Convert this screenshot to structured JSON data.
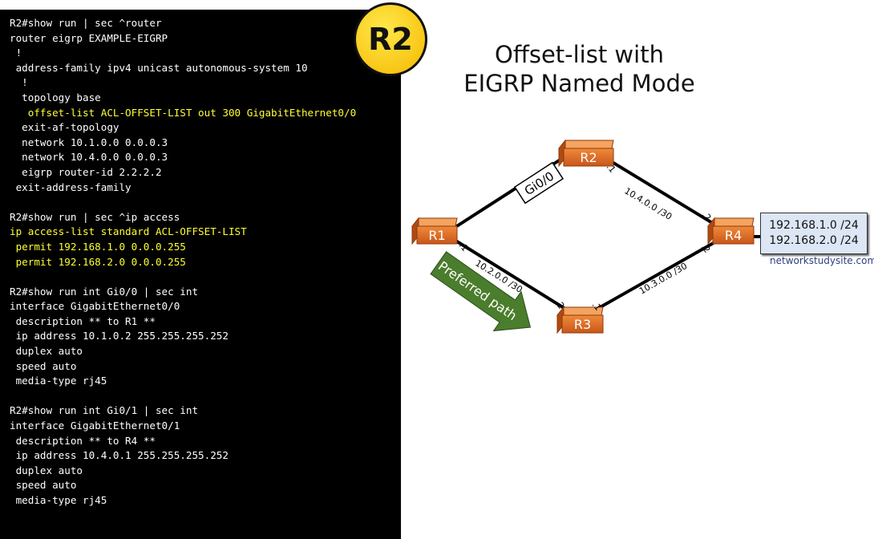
{
  "terminal": {
    "lines": [
      {
        "text": "R2#show run | sec ^router",
        "highlight": false
      },
      {
        "text": "router eigrp EXAMPLE-EIGRP",
        "highlight": false
      },
      {
        "text": " !",
        "highlight": false
      },
      {
        "text": " address-family ipv4 unicast autonomous-system 10",
        "highlight": false
      },
      {
        "text": "  !",
        "highlight": false
      },
      {
        "text": "  topology base",
        "highlight": false
      },
      {
        "text": "   offset-list ACL-OFFSET-LIST out 300 GigabitEthernet0/0",
        "highlight": true
      },
      {
        "text": "  exit-af-topology",
        "highlight": false
      },
      {
        "text": "  network 10.1.0.0 0.0.0.3",
        "highlight": false
      },
      {
        "text": "  network 10.4.0.0 0.0.0.3",
        "highlight": false
      },
      {
        "text": "  eigrp router-id 2.2.2.2",
        "highlight": false
      },
      {
        "text": " exit-address-family",
        "highlight": false
      },
      {
        "text": "",
        "highlight": false
      },
      {
        "text": "R2#show run | sec ^ip access",
        "highlight": false
      },
      {
        "text": "ip access-list standard ACL-OFFSET-LIST",
        "highlight": true
      },
      {
        "text": " permit 192.168.1.0 0.0.0.255",
        "highlight": true
      },
      {
        "text": " permit 192.168.2.0 0.0.0.255",
        "highlight": true
      },
      {
        "text": "",
        "highlight": false
      },
      {
        "text": "R2#show run int Gi0/0 | sec int",
        "highlight": false
      },
      {
        "text": "interface GigabitEthernet0/0",
        "highlight": false
      },
      {
        "text": " description ** to R1 **",
        "highlight": false
      },
      {
        "text": " ip address 10.1.0.2 255.255.255.252",
        "highlight": false
      },
      {
        "text": " duplex auto",
        "highlight": false
      },
      {
        "text": " speed auto",
        "highlight": false
      },
      {
        "text": " media-type rj45",
        "highlight": false
      },
      {
        "text": "",
        "highlight": false
      },
      {
        "text": "R2#show run int Gi0/1 | sec int",
        "highlight": false
      },
      {
        "text": "interface GigabitEthernet0/1",
        "highlight": false
      },
      {
        "text": " description ** to R4 **",
        "highlight": false
      },
      {
        "text": " ip address 10.4.0.1 255.255.255.252",
        "highlight": false
      },
      {
        "text": " duplex auto",
        "highlight": false
      },
      {
        "text": " speed auto",
        "highlight": false
      },
      {
        "text": " media-type rj45",
        "highlight": false
      }
    ],
    "highlight_color": "#ffff33"
  },
  "badge": "R2",
  "title": {
    "line1": "Offset-list with",
    "line2": "EIGRP Named Mode"
  },
  "diagram": {
    "routers": {
      "r1": "R1",
      "r2": "R2",
      "r3": "R3",
      "r4": "R4"
    },
    "interface_label": "Gi0/0",
    "links": {
      "r2_r4": "10.4.0.0 /30",
      "r1_r3": "10.2.0.0 /30",
      "r3_r4": "10.3.0.0 /30"
    },
    "host_ids": {
      "r2_r4_a": ".1",
      "r2_r4_b": ".2",
      "r1_r3_a": ".1",
      "r1_r3_b": ".2",
      "r3_r4_a": ".1",
      "r3_r4_b": ".2"
    },
    "preferred_path": "Preferred path",
    "networks": [
      "192.168.1.0 /24",
      "192.168.2.0 /24"
    ],
    "watermark": "networkstudysite.com",
    "router_color": "#e0701f",
    "arrow_color": "#4a7d2c"
  }
}
